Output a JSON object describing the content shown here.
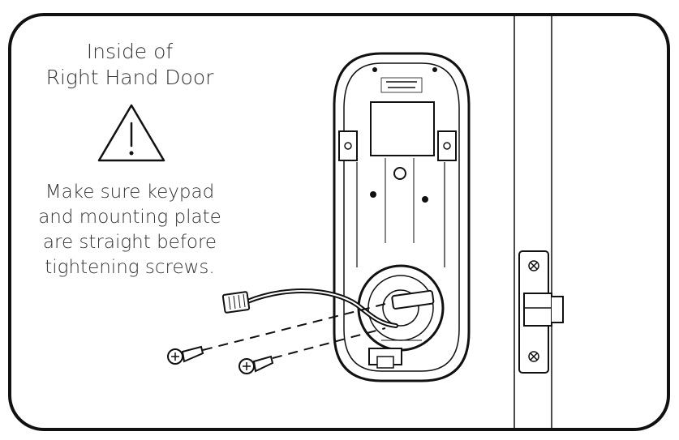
{
  "header": {
    "title_line1": "Inside of",
    "title_line2": "Right Hand Door"
  },
  "note": {
    "line1": "Make sure keypad",
    "line2": "and mounting plate",
    "line3": "are straight before",
    "line4": "tightening screws."
  },
  "icons": {
    "warning": "warning-triangle-icon"
  },
  "colors": {
    "line": "#111111",
    "text": "#333333",
    "background": "#ffffff"
  }
}
